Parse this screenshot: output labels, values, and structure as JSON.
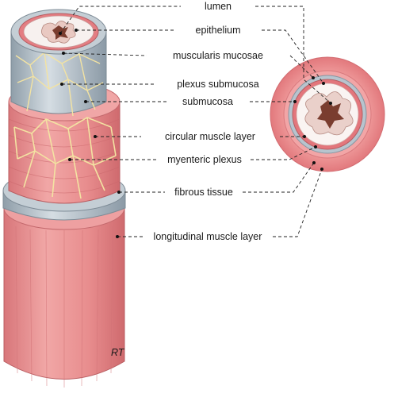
{
  "labels": {
    "lumen": "lumen",
    "epithelium": "epithelium",
    "muscularis_mucosae": "muscularis mucosae",
    "plexus_submucosa": "plexus submucosa",
    "submucosa": "submucosa",
    "circular_muscle_layer": "circular muscle layer",
    "myenteric_plexus": "myenteric plexus",
    "fibrous_tissue": "fibrous tissue",
    "longitudinal_muscle_layer": "longitudinal muscle layer"
  },
  "signature": "RT",
  "colors": {
    "muscle": "#e98d8e",
    "muscle_dark": "#d56f72",
    "submucosa_gray": "#a9b6c0",
    "nerve_yellow": "#f3e3a2",
    "lumen_brown": "#7a3d2f"
  }
}
